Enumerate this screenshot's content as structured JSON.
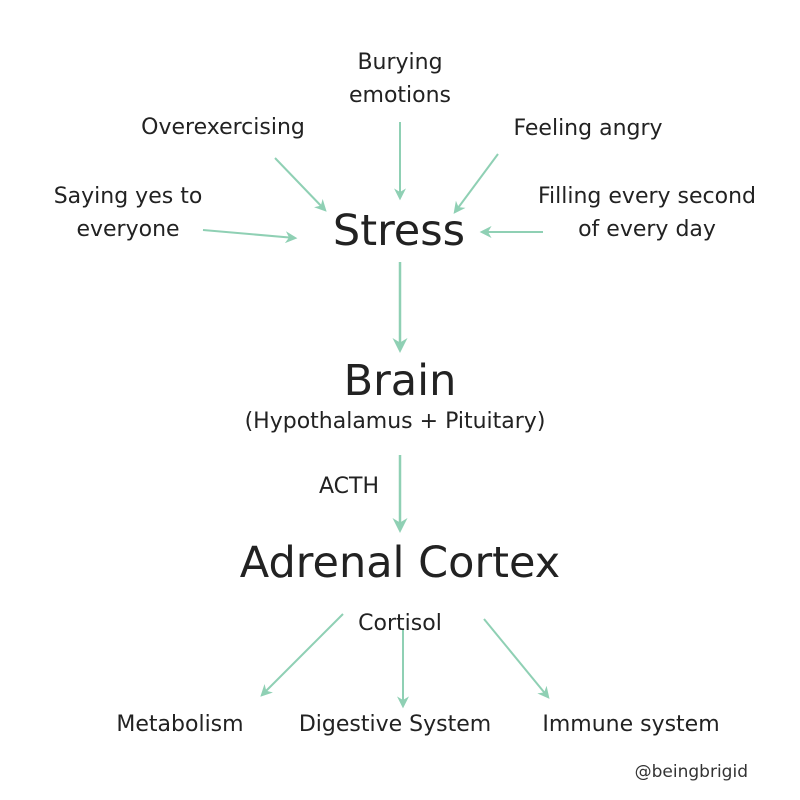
{
  "causes": {
    "burying": "Burying\nemotions",
    "overexercising": "Overexercising",
    "angry": "Feeling angry",
    "yes": "Saying yes to\neveryone",
    "filling": "Filling every second\nof every day"
  },
  "nodes": {
    "stress": "Stress",
    "brain": "Brain",
    "brain_sub": "(Hypothalamus + Pituitary)",
    "acth": "ACTH",
    "adrenal": "Adrenal Cortex",
    "cortisol": "Cortisol"
  },
  "effects": {
    "metabolism": "Metabolism",
    "digestive": "Digestive System",
    "immune": "Immune system"
  },
  "credit": "@beingbrigid",
  "colors": {
    "arrow": "#8fd0b4",
    "text": "#222222"
  }
}
